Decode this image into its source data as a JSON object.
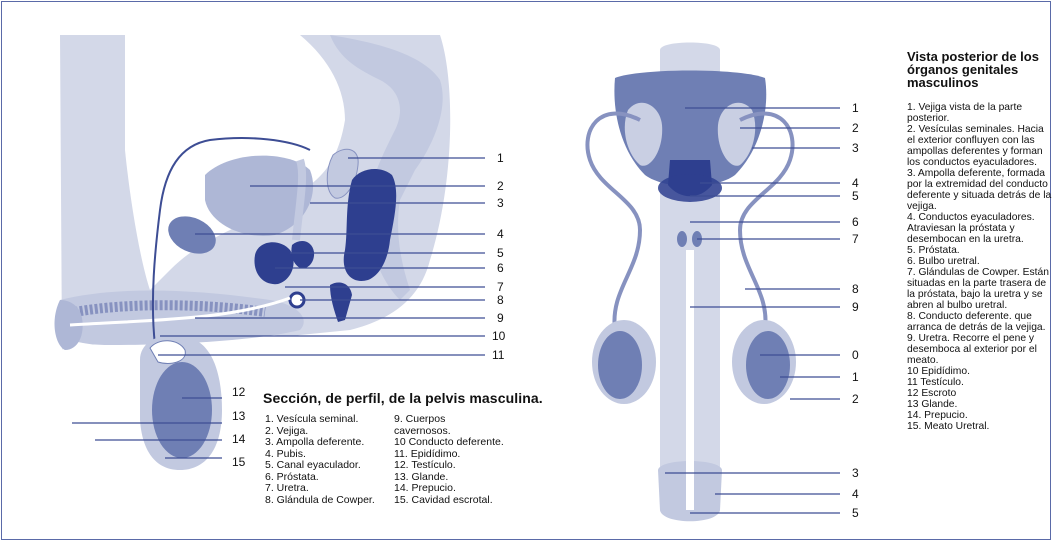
{
  "left_figure": {
    "caption": "Sección, de perfil, de la pelvis masculina.",
    "callouts": [
      "1",
      "2",
      "3",
      "4",
      "5",
      "6",
      "7",
      "8",
      "9",
      "10",
      "11",
      "12",
      "13",
      "14",
      "15"
    ],
    "legend_col1": [
      "1.  Vesícula seminal.",
      "2.  Vejiga.",
      "3.  Ampolla deferente.",
      "4.  Pubis.",
      "5.  Canal eyaculador.",
      "6.  Próstata.",
      "7.  Uretra.",
      "8.  Glándula de Cowper."
    ],
    "legend_col2": [
      "9.    Cuerpos",
      "cavernosos.",
      "10  Conducto deferente.",
      "11.  Epidídimo.",
      "12.  Testículo.",
      "13.  Glande.",
      "14.  Prepucio.",
      "15.  Cavidad escrotal."
    ]
  },
  "right_figure": {
    "title": "Vista posterior de los órganos genitales masculinos",
    "callouts": [
      "1",
      "2",
      "3",
      "4",
      "5",
      "6",
      "7",
      "8",
      "9",
      "0",
      "1",
      "2",
      "3",
      "4",
      "5"
    ],
    "legend": [
      "1.  Vejiga vista de la parte posterior.",
      "2.  Vesículas seminales. Hacia el exterior confluyen con las ampollas deferentes y forman los conductos eyaculadores.",
      "3.  Ampolla deferente, formada por la extremidad del conducto deferente y situada detrás de la vejiga.",
      "4.  Conductos eyaculadores. Atraviesan la próstata y desembocan en la uretra.",
      "5.  Próstata.",
      "6.  Bulbo uretral.",
      "7.  Glándulas de Cowper. Están situadas en la parte trasera de la próstata, bajo la uretra y se abren al bulbo uretral.",
      "8.  Conducto deferente. que arranca de detrás de la vejiga.",
      "9.  Uretra. Recorre el pene y desemboca al exterior por el meato.",
      "10  Epidídimo.",
      "11  Testículo.",
      "12  Escroto",
      "13  Glande.",
      "14.  Prepucio.",
      "15.  Meato Uretral."
    ]
  },
  "colors": {
    "pale": "#c9cfe3",
    "mid": "#6f7fb4",
    "dark": "#2e3f8f",
    "line": "#3d4d94",
    "frame": "#5a6aa8"
  }
}
